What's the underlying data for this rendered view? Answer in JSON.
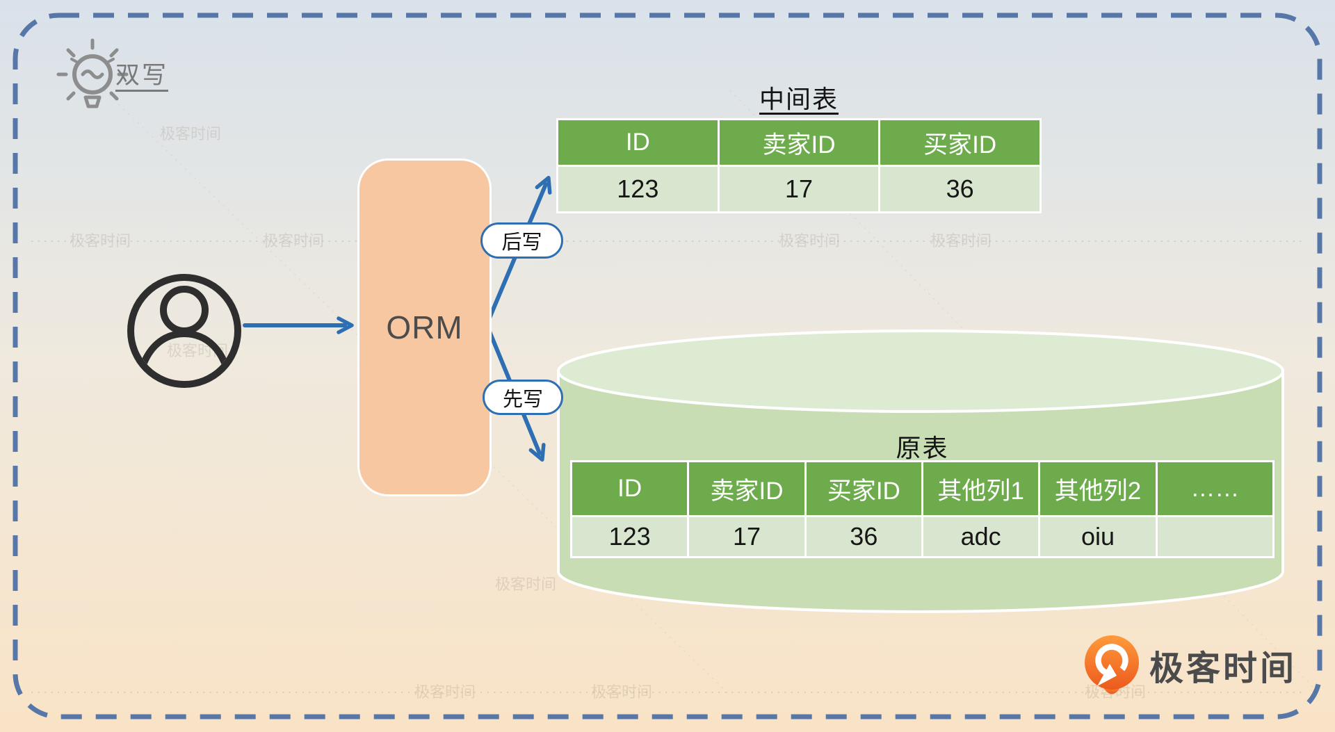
{
  "topic": {
    "label": "双写"
  },
  "orm": {
    "label": "ORM"
  },
  "edges": {
    "to_mid_label": "后写",
    "to_source_label": "先写"
  },
  "mid_table": {
    "title": "中间表",
    "headers": [
      "ID",
      "卖家ID",
      "买家ID"
    ],
    "rows": [
      [
        "123",
        "17",
        "36"
      ]
    ]
  },
  "source_table": {
    "title": "原表",
    "headers": [
      "ID",
      "卖家ID",
      "买家ID",
      "其他列1",
      "其他列2",
      "……"
    ],
    "rows": [
      [
        "123",
        "17",
        "36",
        "adc",
        "oiu",
        ""
      ]
    ]
  },
  "logo": {
    "text": "极客时间"
  },
  "watermark": {
    "text": "极客时间"
  },
  "icons": {
    "bulb": "lightbulb-icon",
    "user": "user-icon",
    "database": "database-cylinder-icon",
    "logo": "geektime-logo-icon"
  },
  "colors": {
    "border_blue": "#5677a8",
    "arrow_blue": "#2e6fb3",
    "orm_fill": "#f7c7a1",
    "table_header_green": "#6dab4d",
    "table_row_green": "#d9e6cf",
    "cylinder_body": "#c9ddb4",
    "cylinder_top": "#dcebd2",
    "logo_orange": "#f1662a",
    "bg_top": "#d9e1ea",
    "bg_bottom": "#f9e3c6"
  }
}
